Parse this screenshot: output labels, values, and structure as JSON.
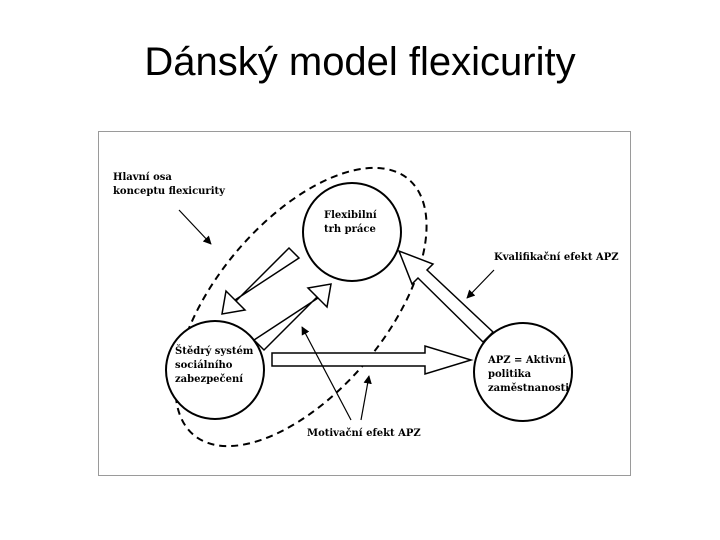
{
  "title": "Dánský model flexicurity",
  "diagram": {
    "axis_label_line1": "Hlavní osa",
    "axis_label_line2": "konceptu flexicurity",
    "node_labour_market_line1": "Flexibilní",
    "node_labour_market_line2": "trh práce",
    "node_social_line1": "Štědrý systém",
    "node_social_line2": "sociálního",
    "node_social_line3": "zabezpečení",
    "node_apz_line1": "APZ = Aktivní",
    "node_apz_line2": "politika",
    "node_apz_line3": "zaměstnanosti",
    "qualification_effect": "Kvalifikační efekt APZ",
    "motivation_effect": "Motivační efekt APZ"
  },
  "colors": {
    "ink": "#000000",
    "frame": "#9a9a9a",
    "background": "#ffffff"
  }
}
